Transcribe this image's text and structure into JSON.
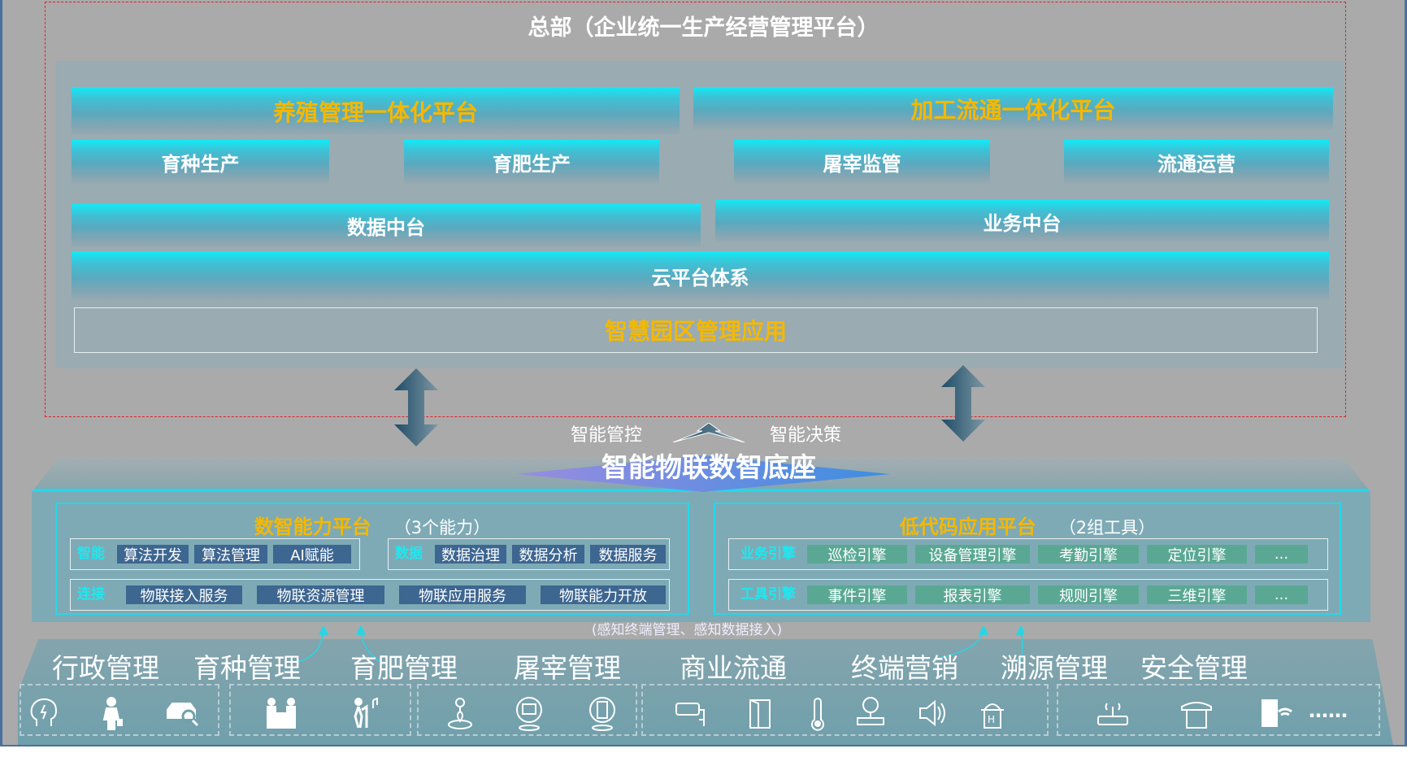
{
  "headquarters": {
    "title": "总部（企业统一生产经营管理平台）"
  },
  "platforms": {
    "breeding": {
      "title": "养殖管理一体化平台",
      "subs": [
        "育种生产",
        "育肥生产"
      ]
    },
    "processing": {
      "title": "加工流通一体化平台",
      "subs": [
        "屠宰监管",
        "流通运营"
      ]
    },
    "data_center": "数据中台",
    "business_center": "业务中台",
    "cloud": "云平台体系",
    "park": "智慧园区管理应用"
  },
  "links": {
    "left": "智能管控",
    "right": "智能决策"
  },
  "base": {
    "title": "智能物联数智底座"
  },
  "ability_platform": {
    "title": "数智能力平台",
    "note": "（3个能力）",
    "groups": [
      {
        "label": "智能",
        "items": [
          "算法开发",
          "算法管理",
          "AI赋能"
        ]
      },
      {
        "label": "数据",
        "items": [
          "数据治理",
          "数据分析",
          "数据服务"
        ]
      },
      {
        "label": "连接",
        "items": [
          "物联接入服务",
          "物联资源管理",
          "物联应用服务",
          "物联能力开放"
        ]
      }
    ]
  },
  "lowcode_platform": {
    "title": "低代码应用平台",
    "note": "（2组工具）",
    "groups": [
      {
        "label": "业务引擎",
        "items": [
          "巡检引擎",
          "设备管理引擎",
          "考勤引擎",
          "定位引擎",
          "..."
        ]
      },
      {
        "label": "工具引擎",
        "items": [
          "事件引擎",
          "报表引擎",
          "规则引擎",
          "三维引擎",
          "..."
        ]
      }
    ]
  },
  "sensing_note": "(感知终端管理、感知数据接入)",
  "domains": [
    "行政管理",
    "育种管理",
    "育肥管理",
    "屠宰管理",
    "商业流通",
    "终端营销",
    "溯源管理",
    "安全管理"
  ],
  "devices": [
    "brain-icon",
    "businesswoman-icon",
    "car-search-icon",
    "meeting-icon",
    "hiker-icon",
    "joystick-location-icon",
    "bus-pin-icon",
    "door-pin-icon",
    "cctv-camera-icon",
    "door-icon",
    "thermometer-icon",
    "pressure-gauge-icon",
    "speaker-icon",
    "hydrant-icon",
    "router-icon",
    "telephone-icon",
    "tablet-wifi-icon"
  ],
  "devices_more": "……",
  "colors": {
    "accent_yellow": "#f5b800",
    "cyan": "#1ee8f0",
    "chip_blue": "#3d6690",
    "chip_green": "#5aa894",
    "background": "#aaaaaa"
  }
}
